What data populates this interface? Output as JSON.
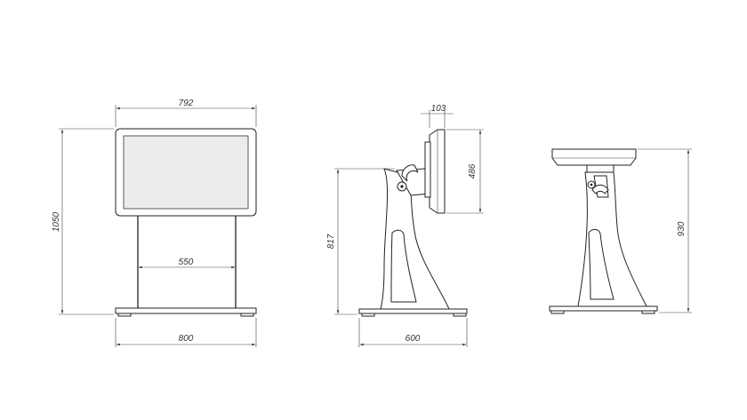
{
  "views": {
    "front": {
      "dim_width_top": "792",
      "dim_height": "1050",
      "dim_post_spacing": "550",
      "dim_base_width": "800"
    },
    "side": {
      "dim_depth_top": "103",
      "dim_panel_height": "486",
      "dim_height": "817",
      "dim_base_depth": "600"
    },
    "rear_side": {
      "dim_height": "930"
    }
  }
}
